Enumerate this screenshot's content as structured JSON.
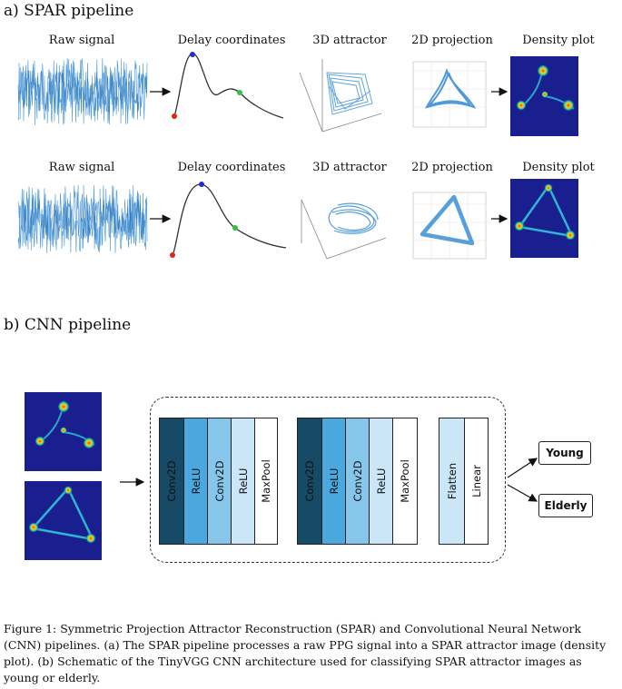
{
  "section_a": {
    "title": "a)  SPAR pipeline",
    "rows": [
      {
        "raw": "Raw signal",
        "delay": "Delay coordinates",
        "attractor3d": "3D attractor",
        "projection2d": "2D projection",
        "density": "Density plot"
      },
      {
        "raw": "Raw signal",
        "delay": "Delay coordinates",
        "attractor3d": "3D attractor",
        "projection2d": "2D projection",
        "density": "Density plot"
      }
    ]
  },
  "section_b": {
    "title": "b)    CNN pipeline",
    "block1": [
      "Conv2D",
      "ReLU",
      "Conv2D",
      "ReLU",
      "MaxPool"
    ],
    "block2": [
      "Conv2D",
      "ReLU",
      "Conv2D",
      "ReLU",
      "MaxPool"
    ],
    "block3": [
      "Flatten",
      "Linear"
    ],
    "outputs": [
      "Young",
      "Elderly"
    ]
  },
  "caption": "Figure 1: Symmetric Projection Attractor Reconstruction (SPAR) and Convolutional Neural Network (CNN) pipelines. (a) The SPAR pipeline processes a raw PPG signal into a SPAR attractor image (density plot). (b) Schematic of the TinyVGG CNN architecture used for classifying SPAR attractor images as young or elderly.",
  "colors": {
    "signal": "#3b8fd6",
    "layer_dark": "#174a66",
    "layer_mid": "#4aa8de",
    "layer_light": "#86c6ea",
    "layer_pale": "#cbe6f7",
    "layer_white": "#ffffff",
    "density_bg": "#1a1f8f"
  }
}
